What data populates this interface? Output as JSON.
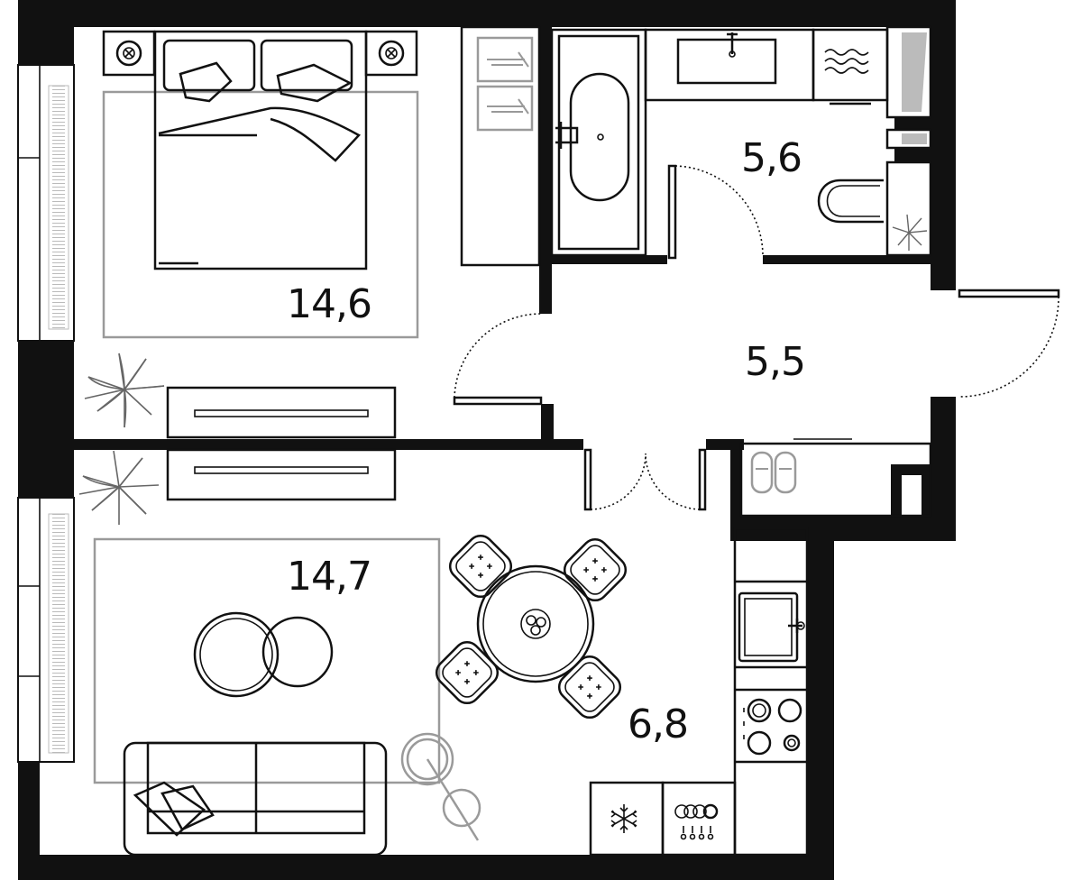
{
  "plan": {
    "rooms": [
      {
        "id": "bedroom",
        "area": "14,6"
      },
      {
        "id": "living-room",
        "area": "14,7"
      },
      {
        "id": "kitchen",
        "area": "6,8"
      },
      {
        "id": "hallway",
        "area": "5,5"
      },
      {
        "id": "bathroom",
        "area": "5,6"
      }
    ],
    "colors": {
      "walls": "#111111",
      "furniture": "#111111",
      "rugs": "#9a9a9a",
      "background": "#ffffff"
    }
  }
}
